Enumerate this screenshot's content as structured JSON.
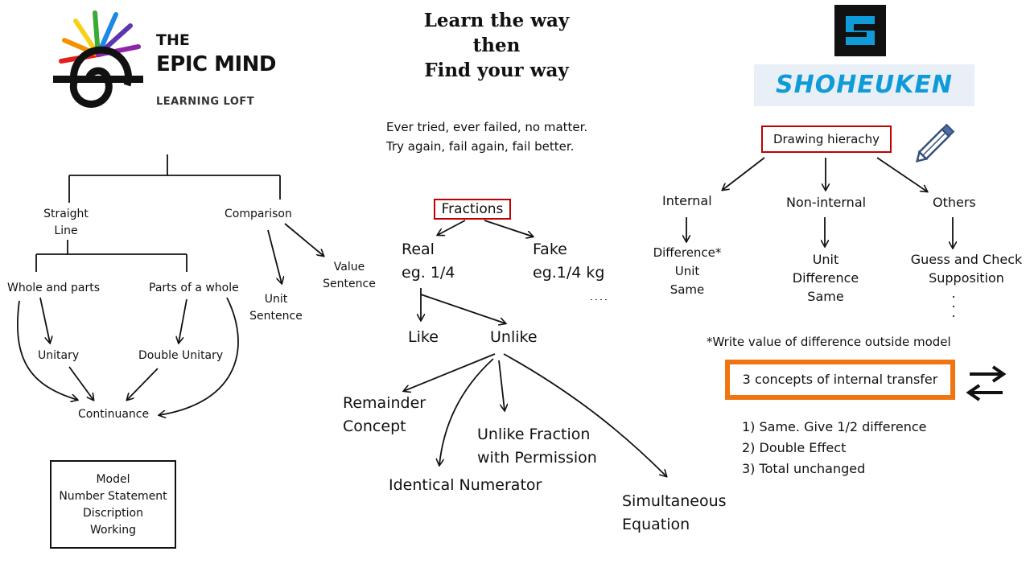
{
  "logo": {
    "the": "THE",
    "epic_mind": "EPIC MIND",
    "learning_loft": "LEARNING LOFT"
  },
  "motto": [
    "Learn the way",
    "then",
    "Find your way"
  ],
  "quote": [
    "Ever tried, ever failed, no matter.",
    "Try again, fail again, fail better."
  ],
  "brand": {
    "wordmark": "SHOHEUKEN",
    "brand_color": "#0f9bd7"
  },
  "left_tree": {
    "straight_line": [
      "Straight",
      "Line"
    ],
    "comparison": "Comparison",
    "whole_and_parts": "Whole and parts",
    "parts_of_a_whole": "Parts of a whole",
    "unit_sentence": [
      "Unit",
      "Sentence"
    ],
    "value_sentence": [
      "Value",
      "Sentence"
    ],
    "unitary": "Unitary",
    "double_unitary": "Double Unitary",
    "continuance": "Continuance",
    "box": [
      "Model",
      "Number Statement",
      "Discription",
      "Working"
    ]
  },
  "fractions_tree": {
    "fractions": "Fractions",
    "real": [
      "Real",
      "eg. 1/4"
    ],
    "fake": [
      "Fake",
      "eg.1/4 kg"
    ],
    "like": "Like",
    "unlike": "Unlike",
    "remainder_concept": [
      "Remainder",
      "Concept"
    ],
    "unlike_fraction": [
      "Unlike Fraction",
      "with Permission"
    ],
    "identical_numerator": "Identical Numerator",
    "simultaneous_equation": [
      "Simultaneous",
      "Equation"
    ]
  },
  "drawing_tree": {
    "drawing_hierarchy": "Drawing hierachy",
    "internal": "Internal",
    "non_internal": "Non-internal",
    "others": "Others",
    "internal_items": [
      "Difference*",
      "Unit",
      "Same"
    ],
    "non_internal_items": [
      "Unit",
      "Difference",
      "Same"
    ],
    "others_items": [
      "Guess and Check",
      "Supposition"
    ],
    "footnote": "*Write value of difference outside model",
    "concepts_box": "3 concepts of internal transfer",
    "concepts_box_color": "#f07410",
    "concepts": [
      "1) Same. Give 1/2 difference",
      "2) Double Effect",
      "3) Total unchanged"
    ]
  }
}
